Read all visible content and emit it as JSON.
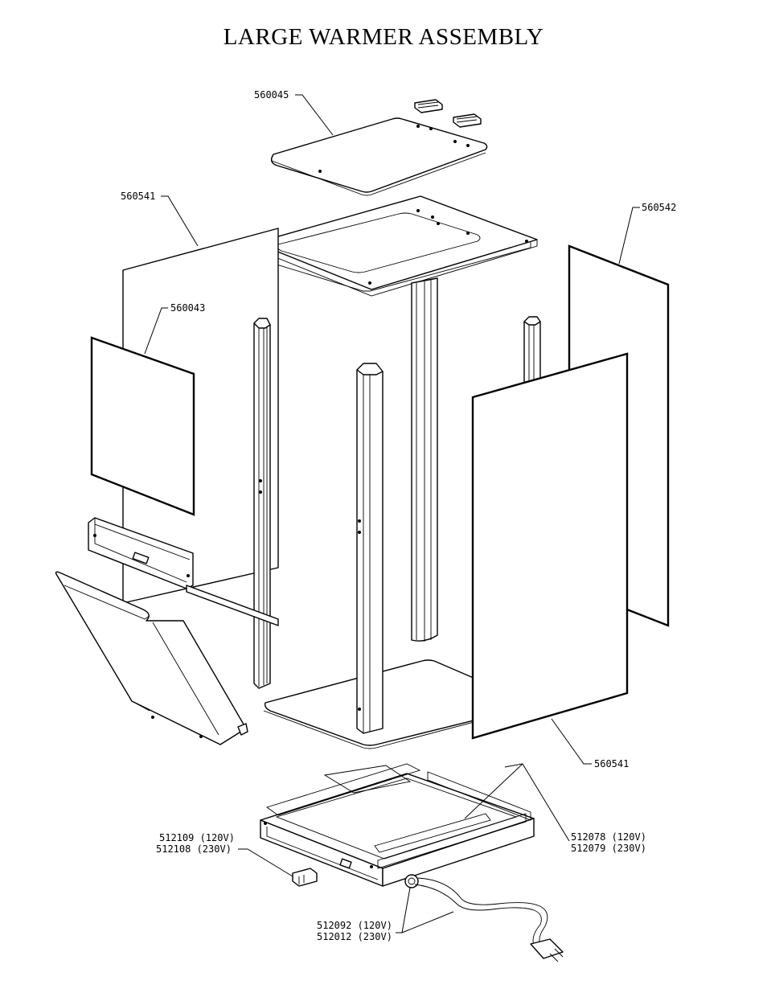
{
  "title": "LARGE WARMER ASSEMBLY",
  "labels": {
    "top_cover": "560045",
    "left_side_panel": "560541",
    "left_window": "560043",
    "right_back_panel": "560542",
    "right_side_panel": "560541",
    "heater_120": "512078 (120V)",
    "heater_230": "512079 (230V)",
    "switch_120": "512109 (120V)",
    "switch_230": "512108 (230V)",
    "cord_120": "512092 (120V)",
    "cord_230": "512012 (230V)"
  }
}
